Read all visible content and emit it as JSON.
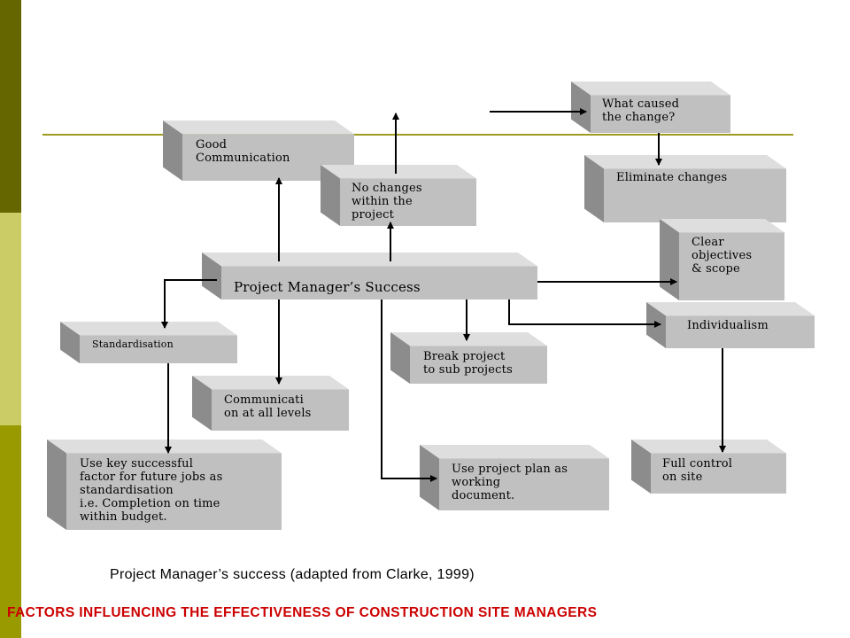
{
  "diagram": {
    "boxes": {
      "what_caused": "What caused\nthe change?",
      "good_communication": "Good\nCommunication",
      "no_changes": "No changes\nwithin the\nproject",
      "eliminate_changes": "Eliminate changes",
      "clear_objectives": "Clear\nobjectives\n& scope",
      "project_manager_success": "Project Manager’s Success",
      "individualism": "Individualism",
      "standardisation": "Standardisation",
      "break_project": "Break project\nto sub projects",
      "communication_all_levels": "Communicati\non at all levels",
      "use_key_successful": "Use key successful\nfactor for future jobs as\nstandardisation\ni.e. Completion on time\nwithin budget.",
      "use_project_plan": "Use project plan as\nworking\ndocument.",
      "full_control": "Full control\non site"
    }
  },
  "caption": "Project Manager’s success (adapted from Clarke, 1999)",
  "footer": "FACTORS INFLUENCING THE EFFECTIVENESS OF CONSTRUCTION SITE MANAGERS",
  "colors": {
    "sidebar_dark": "#666600",
    "sidebar_light": "#cccc66",
    "sidebar_mid": "#999900",
    "rule_line": "#a09a20",
    "footer_text": "#cc0000",
    "box_front": "#c0c0c0",
    "box_top": "#dedede",
    "box_side": "#8c8c8c"
  }
}
